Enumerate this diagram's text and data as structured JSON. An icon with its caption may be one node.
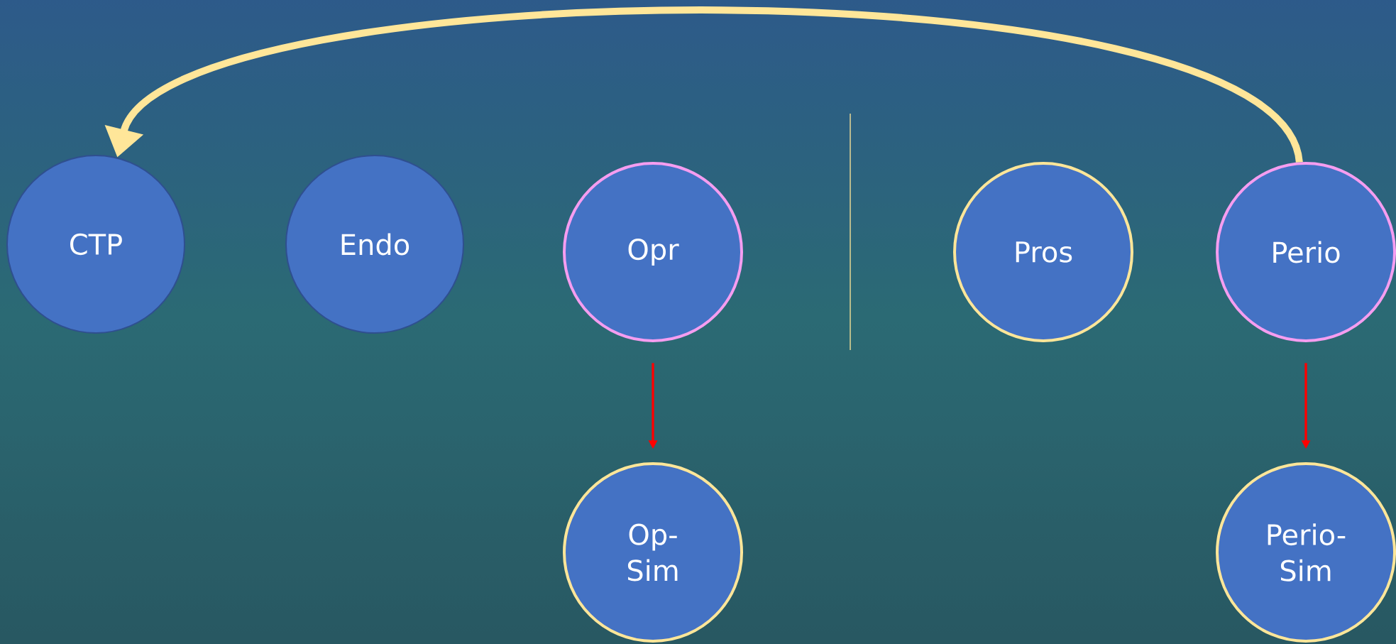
{
  "diagram": {
    "nodes": [
      {
        "text": [
          "CTP"
        ]
      },
      {
        "text": [
          "Endo"
        ]
      },
      {
        "text": [
          "Opr"
        ]
      },
      {
        "text": [
          "Pros"
        ]
      },
      {
        "text": [
          "Perio"
        ]
      },
      {
        "text": [
          "Op-Sim"
        ]
      },
      {
        "text": [
          "Perio-Sim"
        ]
      }
    ],
    "edges": [
      {
        "from": 4,
        "to": 0,
        "arrow": "to",
        "style": "thick",
        "color": "#ffe699"
      },
      {
        "from": 2,
        "to": 5,
        "arrow": "to"
      },
      {
        "from": 4,
        "to": 6,
        "arrow": "to"
      }
    ]
  }
}
